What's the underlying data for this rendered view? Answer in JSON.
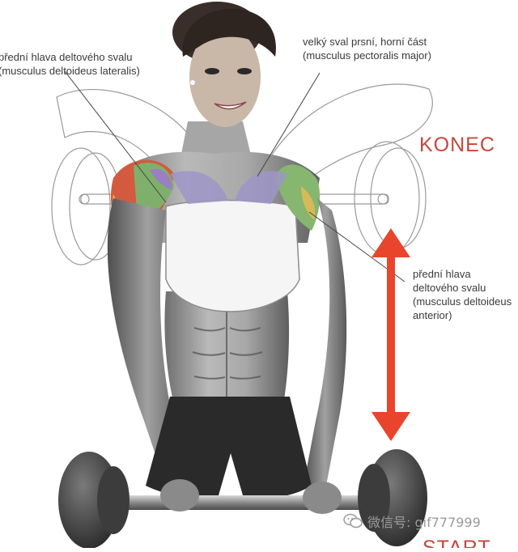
{
  "labels": {
    "lateral": [
      "přední hlava deltového svalu",
      "(musculus deltoideus lateralis)"
    ],
    "pectoral": [
      "velký sval prsní, horní část",
      "(musculus pectoralis major)"
    ],
    "anterior": [
      "přední hlava",
      "deltového svalu",
      "(musculus deltoideus",
      "anterior)"
    ]
  },
  "stages": {
    "end": "KONEC",
    "start": "START"
  },
  "watermark": {
    "text": "微信号: gif777999",
    "icon": "wechat-bubble-icon"
  },
  "colors": {
    "arrow": "#e8452c",
    "stage_text": "#c8463c"
  }
}
